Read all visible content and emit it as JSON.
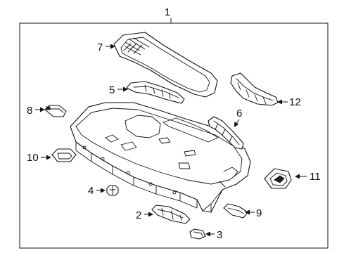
{
  "diagram": {
    "assembly_callout": "1",
    "callouts": {
      "c2": "2",
      "c3": "3",
      "c4": "4",
      "c5": "5",
      "c6": "6",
      "c7": "7",
      "c8": "8",
      "c9": "9",
      "c10": "10",
      "c11": "11",
      "c12": "12"
    }
  }
}
